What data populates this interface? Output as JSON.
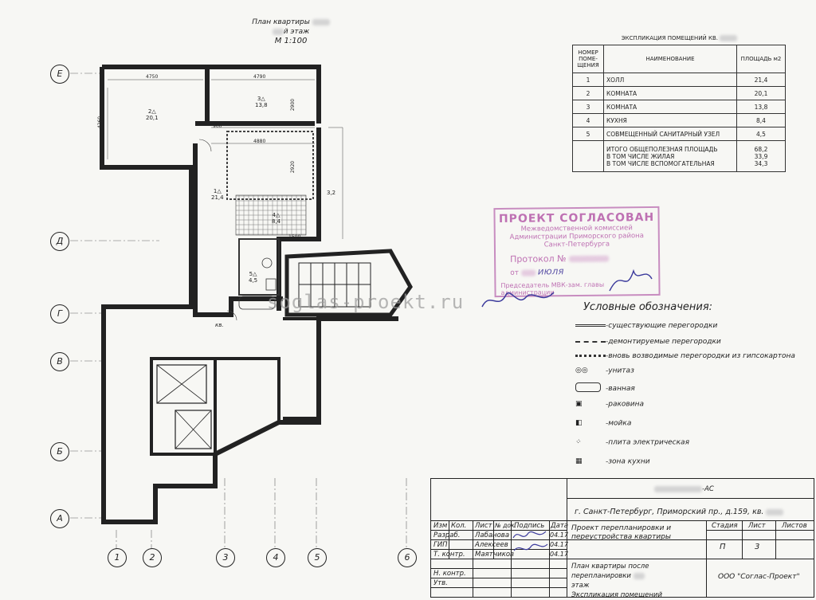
{
  "plan": {
    "title_line1": "План квартиры",
    "title_line2": "й этаж",
    "scale": "М 1:100"
  },
  "axes": {
    "letters": [
      "Е",
      "Д",
      "Г",
      "В",
      "Б",
      "А"
    ],
    "numbers": [
      "1",
      "2",
      "3",
      "4",
      "5",
      "6"
    ]
  },
  "dimensions": {
    "d1": "4750",
    "d2": "4790",
    "d3": "4260",
    "d4": "2900",
    "d5": "900",
    "d6": "4880",
    "d7": "2920",
    "d8": "3,2",
    "d9": "1500",
    "d10": "кв."
  },
  "rooms": [
    {
      "num": "2",
      "area": "20,1"
    },
    {
      "num": "3",
      "area": "13,8"
    },
    {
      "num": "1",
      "area": "21,4"
    },
    {
      "num": "4",
      "area": "8,4"
    },
    {
      "num": "5",
      "area": "4,5"
    }
  ],
  "explication": {
    "caption": "ЭКСПЛИКАЦИЯ ПОМЕЩЕНИЙ КВ.",
    "headers": {
      "num": "НОМЕР ПОМЕ-ЩЕНИЯ",
      "name": "НАИМЕНОВАНИЕ",
      "area": "ПЛОЩАДЬ м2"
    },
    "rows": [
      {
        "num": "1",
        "name": "ХОЛЛ",
        "area": "21,4"
      },
      {
        "num": "2",
        "name": "КОМНАТА",
        "area": "20,1"
      },
      {
        "num": "3",
        "name": "КОМНАТА",
        "area": "13,8"
      },
      {
        "num": "4",
        "name": "КУХНЯ",
        "area": "8,4"
      },
      {
        "num": "5",
        "name": "СОВМЕЩЕННЫЙ САНИТАРНЫЙ УЗЕЛ",
        "area": "4,5"
      }
    ],
    "totals": {
      "total_label": "ИТОГО ОБЩЕПОЛЕЗНАЯ ПЛОЩАДЬ",
      "living_label": "В ТОМ ЧИСЛЕ ЖИЛАЯ",
      "aux_label": "В ТОМ ЧИСЛЕ ВСПОМОГАТЕЛЬНАЯ",
      "total": "68,2",
      "living": "33,9",
      "aux": "34,3"
    }
  },
  "stamp": {
    "heading": "ПРОЕКТ СОГЛАСОВАН",
    "line1": "Межведомственной комиссией",
    "line2": "Администрации Приморского района",
    "line3": "Санкт-Петербурга",
    "protocol": "Протокол №",
    "date_prefix": "от",
    "date_month": "июля",
    "footer": "Председатель МВК-зам. главы администрации",
    "color": "#b55aa8"
  },
  "watermark": "soglas-proekt.ru",
  "legend": {
    "title": "Условные обозначения:",
    "items": [
      "-существующие перегородки",
      "-демонтируемые перегородки",
      "-вновь возводимые перегородки из гипсокартона",
      "-унитаз",
      "-ванная",
      "-раковина",
      "-мойка",
      "-плита электрическая",
      "-зона кухни"
    ]
  },
  "titleblock": {
    "code": "-АС",
    "address": "г. Санкт-Петербург, Приморский пр., д.159, кв.",
    "headers": {
      "izm": "Изм",
      "kol": "Кол.",
      "list": "Лист",
      "ndok": "№ док.",
      "podp": "Подпись",
      "data": "Дата"
    },
    "roles": [
      {
        "role": "Разраб.",
        "name": "Лабанова",
        "date": "04.17"
      },
      {
        "role": "ГИП",
        "name": "Алексеев",
        "date": "04.17"
      },
      {
        "role": "Т. контр.",
        "name": "Маятников",
        "date": "04.17"
      },
      {
        "role": "",
        "name": "",
        "date": ""
      },
      {
        "role": "Н. контр.",
        "name": "",
        "date": ""
      },
      {
        "role": "Утв.",
        "name": "",
        "date": ""
      }
    ],
    "project_title": "Проект перепланировки и переустройства квартиры",
    "stage_label": "Стадия",
    "sheet_label": "Лист",
    "sheets_label": "Листов",
    "stage": "П",
    "sheet": "3",
    "sheets": "",
    "drawing_title": "План квартиры после перепланировки",
    "drawing_title2": "этаж",
    "drawing_title3": "Экспликация помещений",
    "company": "ООО \"Соглас-Проект\""
  }
}
